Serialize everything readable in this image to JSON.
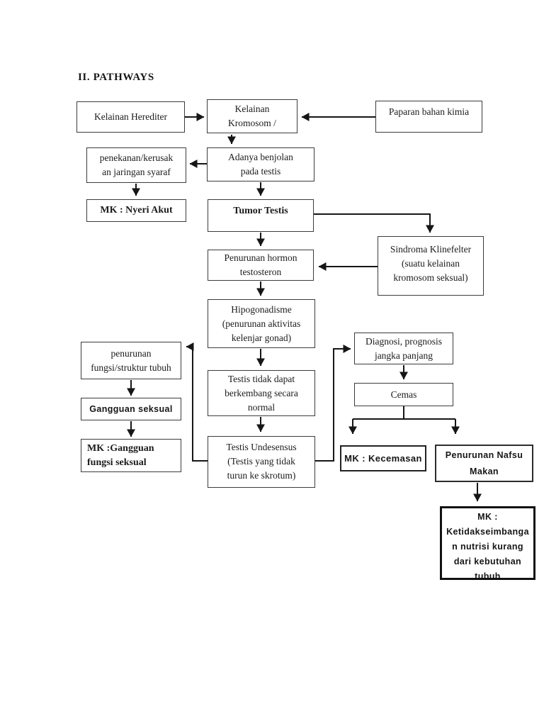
{
  "page": {
    "title": "II. PATHWAYS"
  },
  "colors": {
    "background": "#ffffff",
    "ink": "#1b1b1b",
    "line": "#161616",
    "box_border": "#3c3c3c"
  },
  "nodes": {
    "kelainan_herediter": {
      "text": "Kelainan Herediter"
    },
    "kelainan_kromosom": {
      "text": "Kelainan\nKromosom /"
    },
    "paparan_bahan_kimia": {
      "text": "Paparan bahan kimia"
    },
    "penekanan_jaringan_syaraf": {
      "text": "penekanan/kerusak\nan jaringan syaraf"
    },
    "adanya_benjolan": {
      "text": "Adanya benjolan\npada testis"
    },
    "mk_nyeri_akut": {
      "text": "MK : Nyeri Akut"
    },
    "tumor_testis": {
      "text": "Tumor Testis"
    },
    "sindroma_klinefelter": {
      "text": "Sindroma Klinefelter\n(suatu kelainan\nkromosom seksual)"
    },
    "penurunan_hormon": {
      "text": "Penurunan hormon\ntestosteron"
    },
    "hipogonadisme": {
      "text": "Hipogonadisme\n(penurunan aktivitas\nkelenjar gonad)"
    },
    "penurunan_fungsi_struktur": {
      "text": "penurunan\nfungsi/struktur tubuh"
    },
    "gangguan_seksual": {
      "text": "Gangguan seksual"
    },
    "mk_gangguan_fungsi_seksual": {
      "text": "MK :Gangguan\nfungsi seksual"
    },
    "testis_tidak_dapat": {
      "text": "Testis tidak dapat\nberkembang secara\nnormal"
    },
    "testis_undesensus": {
      "text": "Testis Undesensus\n(Testis yang tidak\nturun ke skrotum)"
    },
    "diagnosi_prognosis": {
      "text": "Diagnosi, prognosis\njangka panjang"
    },
    "cemas": {
      "text": "Cemas"
    },
    "mk_kecemasan": {
      "text": "MK : Kecemasan"
    },
    "penurunan_nafsu_makan": {
      "text": "Penurunan Nafsu\nMakan"
    },
    "mk_ketidakseimbangan_nutrisi": {
      "text": "MK :\nKetidakseimbanga\nn nutrisi kurang\ndari kebutuhan\ntubuh"
    }
  }
}
